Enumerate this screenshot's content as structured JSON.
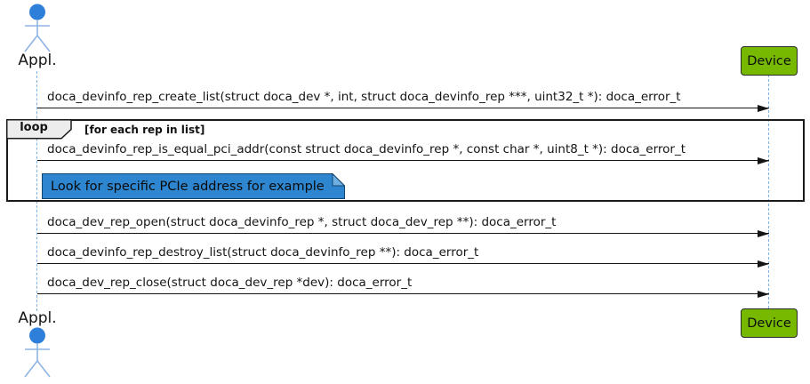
{
  "diagram": {
    "type": "uml-sequence",
    "actors": {
      "left": {
        "label": "Appl.",
        "kind": "actor-stick-figure"
      },
      "right": {
        "label": "Device",
        "kind": "participant-box"
      }
    },
    "messages": [
      {
        "from": "Appl.",
        "to": "Device",
        "text": "doca_devinfo_rep_create_list(struct doca_dev *, int, struct doca_devinfo_rep ***, uint32_t *): doca_error_t"
      },
      {
        "from": "Appl.",
        "to": "Device",
        "text": "doca_devinfo_rep_is_equal_pci_addr(const struct doca_devinfo_rep *, const char *, uint8_t *): doca_error_t"
      },
      {
        "from": "Appl.",
        "to": "Device",
        "text": "doca_dev_rep_open(struct doca_devinfo_rep *, struct doca_dev_rep **): doca_error_t"
      },
      {
        "from": "Appl.",
        "to": "Device",
        "text": "doca_devinfo_rep_destroy_list(struct doca_devinfo_rep **): doca_error_t"
      },
      {
        "from": "Appl.",
        "to": "Device",
        "text": "doca_dev_rep_close(struct doca_dev_rep *dev): doca_error_t"
      }
    ],
    "loop": {
      "operator": "loop",
      "guard": "[for each rep in list]",
      "contains_message_index": 1
    },
    "note": {
      "text": "Look for specific PCIe address for example",
      "attached_inside": "loop"
    },
    "colors": {
      "actor_head_blue": "#2E7FD9",
      "actor_limb_blue": "#8FB4E3",
      "lifeline_blue": "#7FB2E5",
      "device_green": "#76B900",
      "device_border": "#2B2B2B",
      "note_fill_blue": "#2E86D1",
      "note_border": "#12456E",
      "note_fold": "#6FAEE3",
      "frame_border": "#1A1A1A",
      "pentagon_fill": "#EDEDED",
      "arrow_black": "#141414"
    }
  }
}
